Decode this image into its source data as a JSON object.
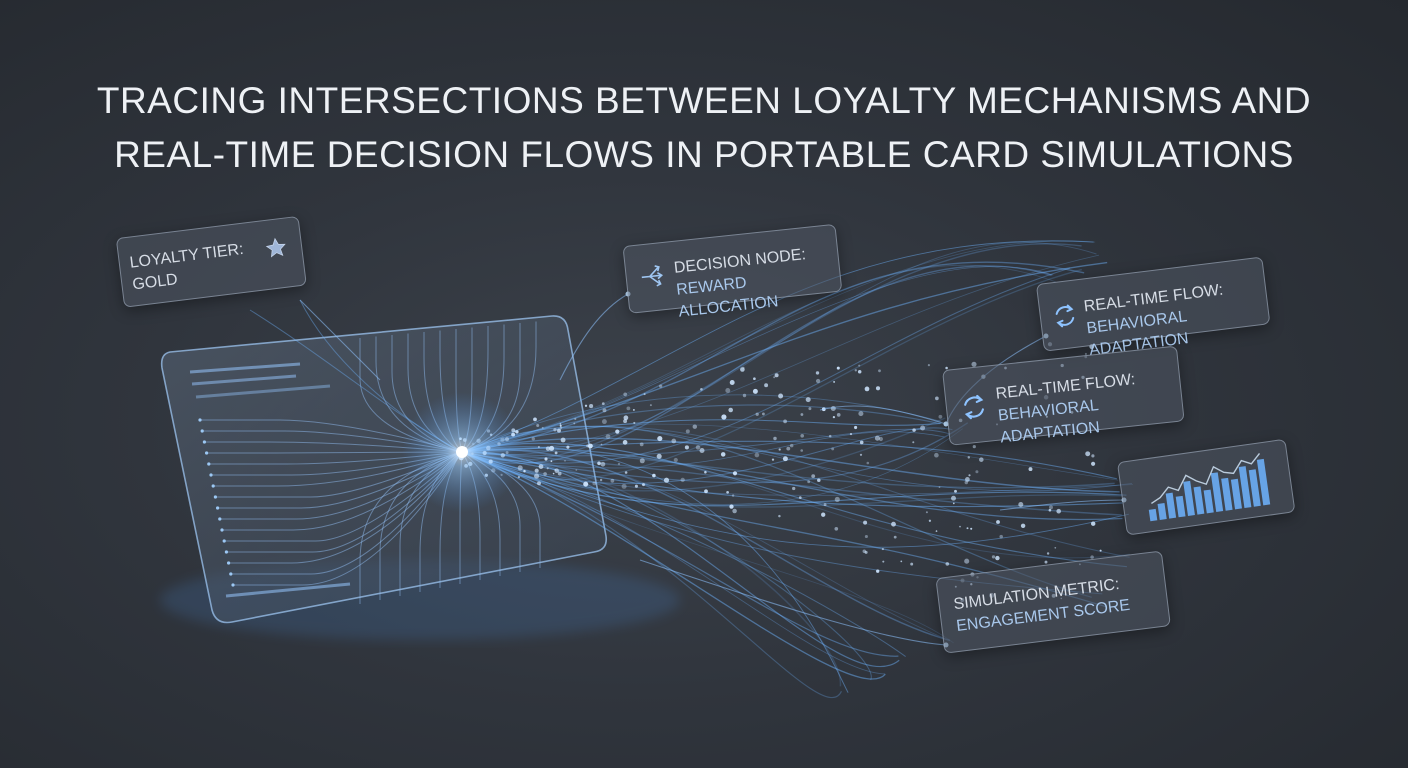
{
  "title": {
    "line1": "TRACING INTERSECTIONS BETWEEN LOYALTY MECHANISMS AND",
    "line2": "REAL-TIME DECISION FLOWS IN PORTABLE CARD SIMULATIONS"
  },
  "labels": {
    "loyalty": {
      "line1": "LOYALTY TIER:",
      "line2": "GOLD",
      "icon": "star-icon"
    },
    "decision": {
      "line1": "DECISION NODE:",
      "line2": "REWARD ALLOCATION",
      "icon": "branch-icon"
    },
    "realtime_upper": {
      "line1": "REAL-TIME FLOW:",
      "line2": "BEHAVIORAL ADAPTATION",
      "icon": "cycle-arrows-icon"
    },
    "realtime_lower": {
      "line1": "REAL-TIME FLOW:",
      "line2": "BEHAVIORAL ADAPTATION",
      "icon": "cycle-arrows-icon"
    },
    "simulation": {
      "line1": "SIMULATION METRIC:",
      "line2": "ENGAGEMENT SCORE"
    },
    "chart": {
      "icon": "bar-chart-icon",
      "bars": [
        0.25,
        0.35,
        0.55,
        0.45,
        0.75,
        0.6,
        0.5,
        0.85,
        0.7,
        0.65,
        0.9,
        0.8,
        1.0
      ]
    }
  },
  "colors": {
    "accent": "#6fb4ff",
    "glow": "#cfe6ff",
    "background": "#30353d",
    "text": "#eef1f5"
  }
}
